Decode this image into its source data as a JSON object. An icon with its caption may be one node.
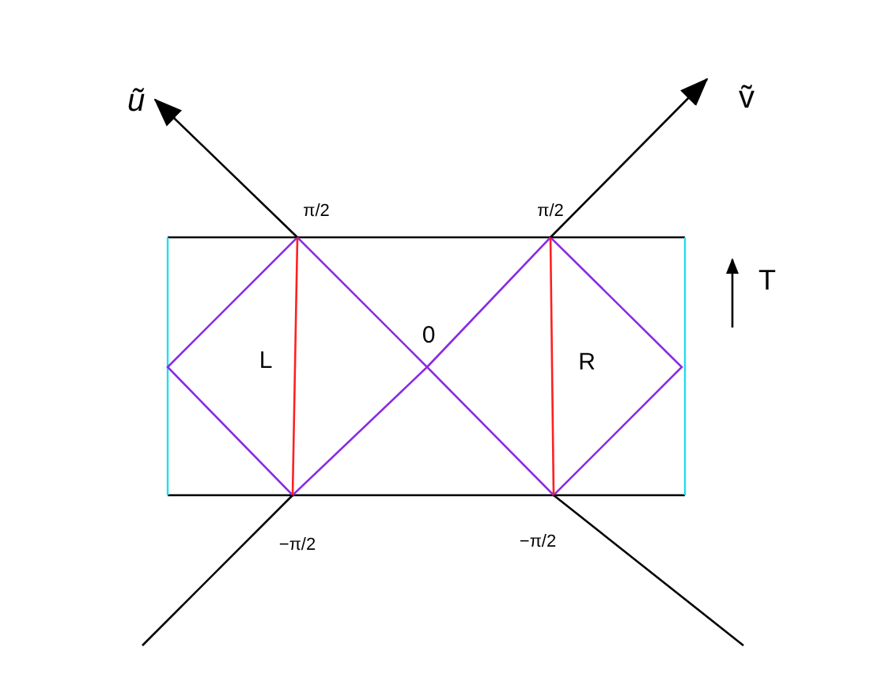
{
  "diagram": {
    "labels": [
      "ũ",
      "ṽ",
      "π/2",
      "π/2",
      "T",
      "L",
      "0",
      "R",
      "−π/2",
      "−π/2"
    ]
  }
}
